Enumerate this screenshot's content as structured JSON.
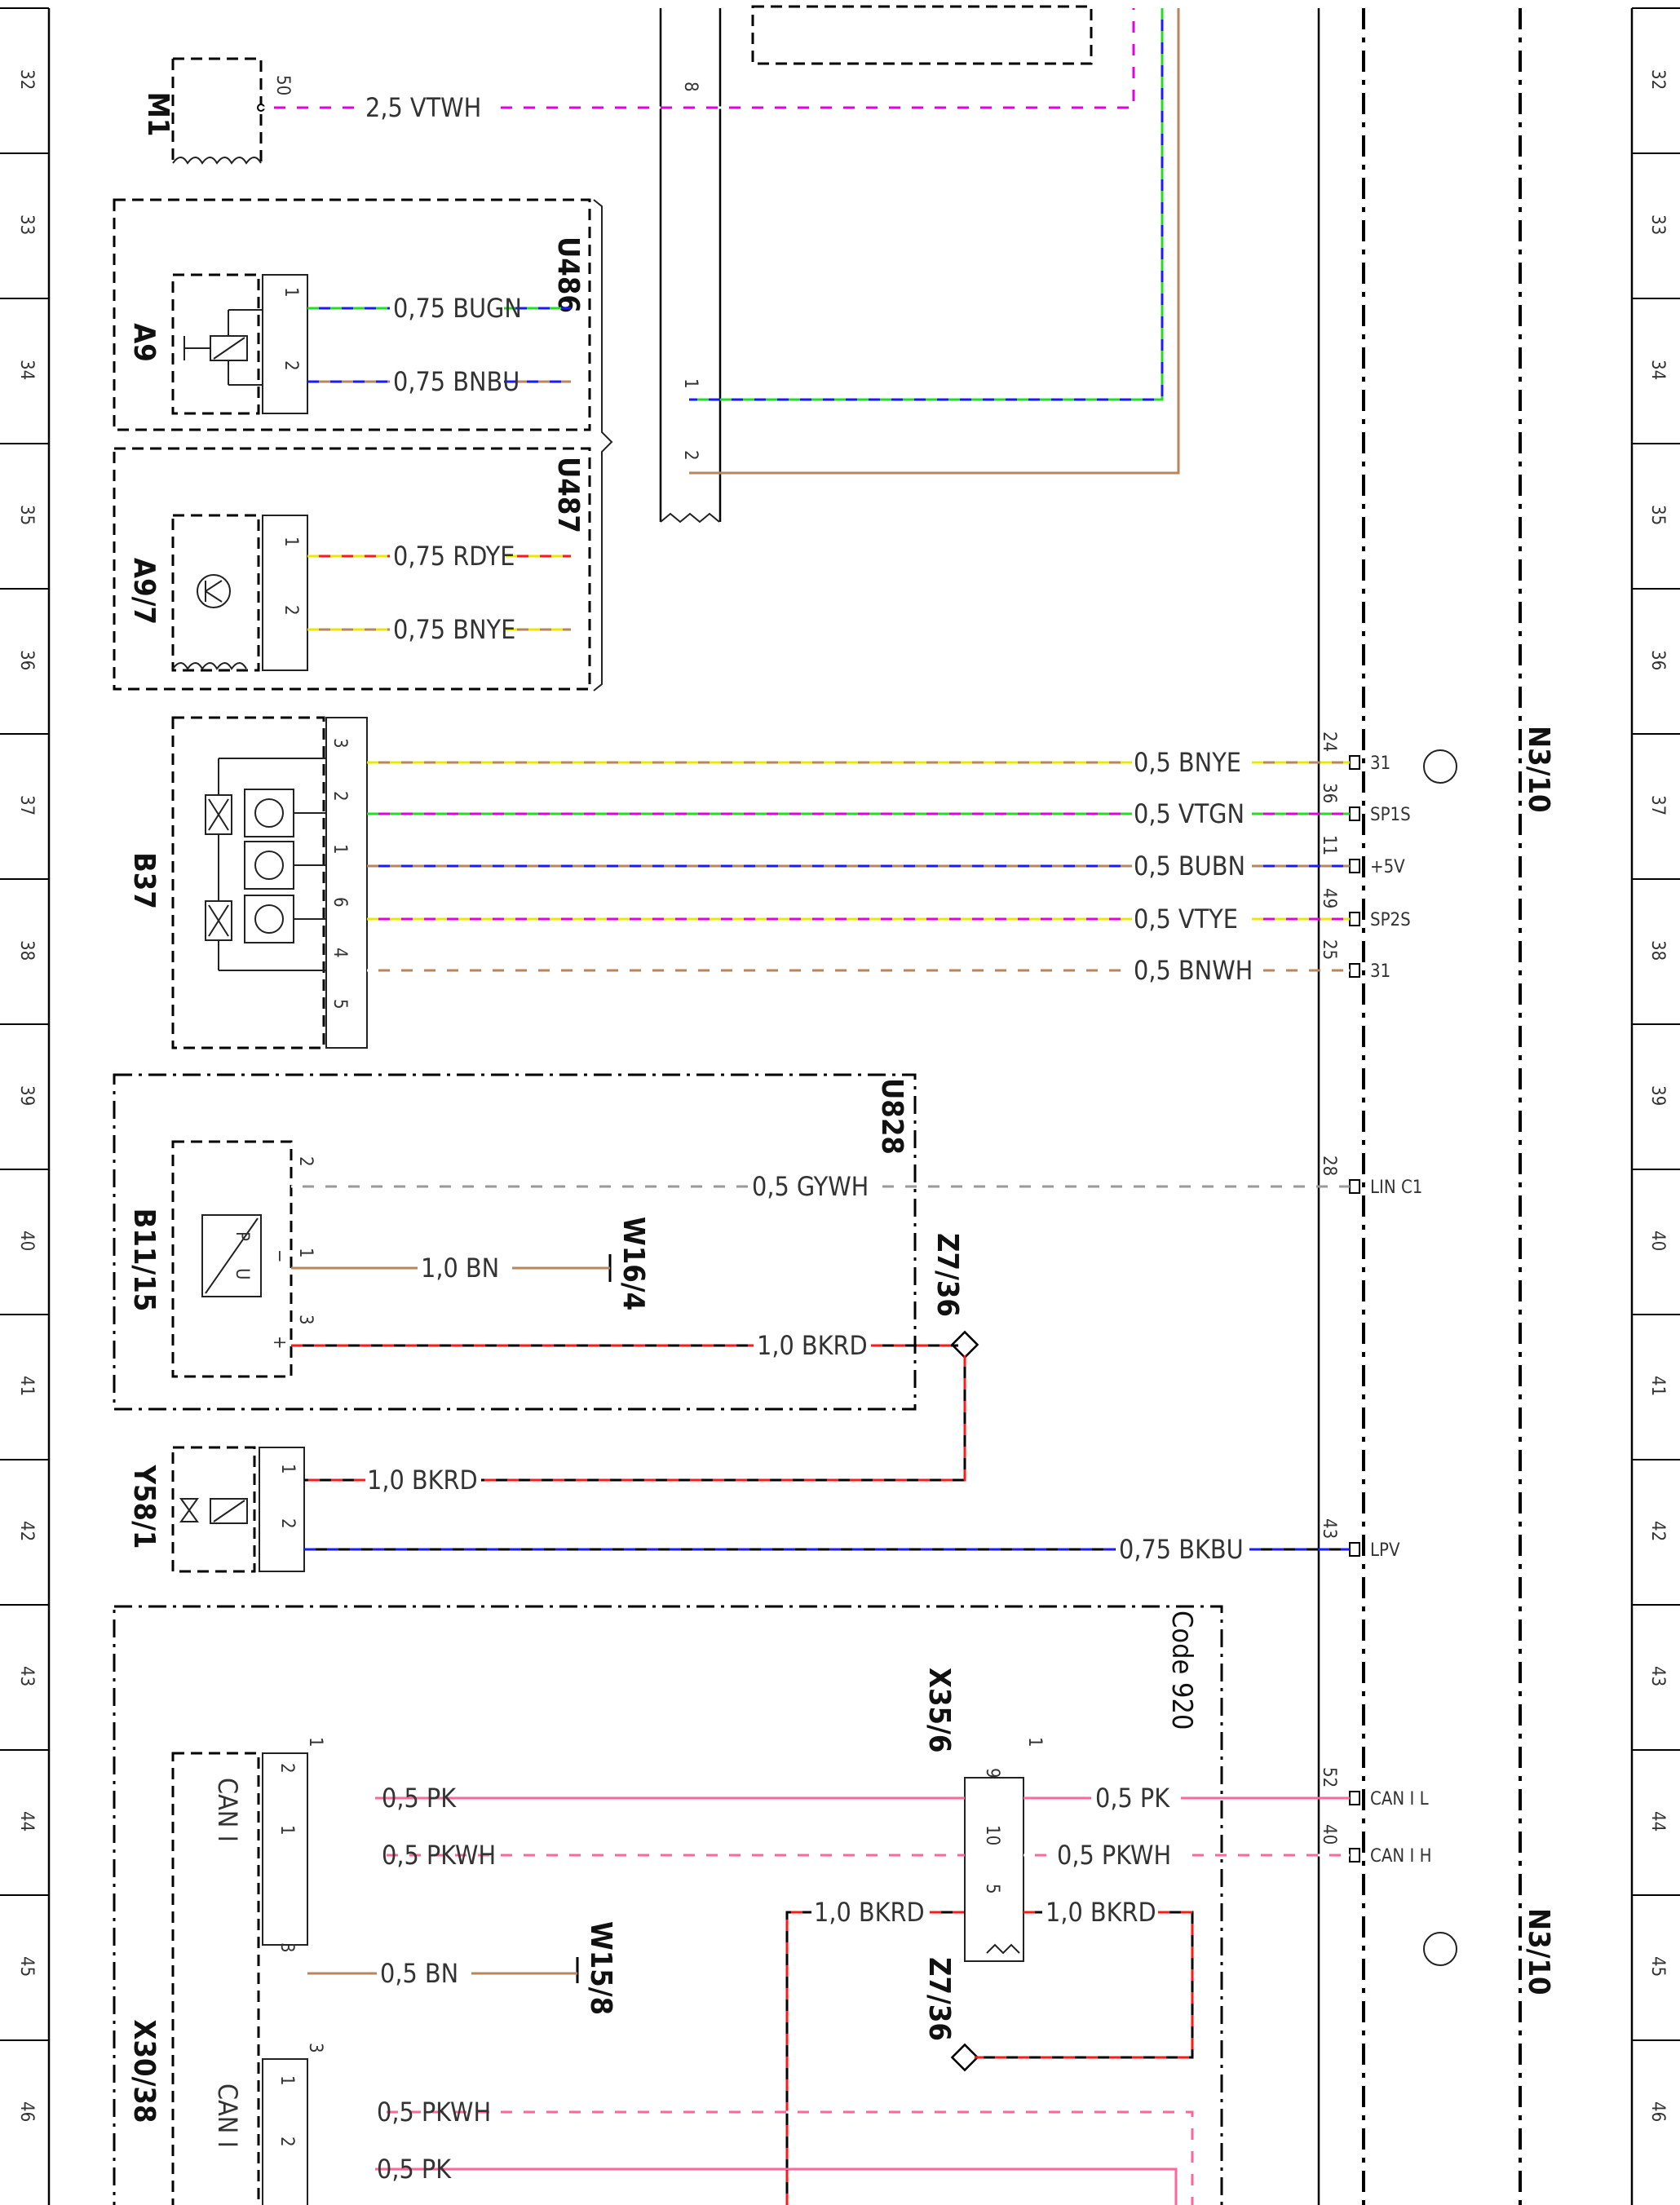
{
  "row_numbers": [
    "32",
    "33",
    "34",
    "35",
    "36",
    "37",
    "38",
    "39",
    "40",
    "41",
    "42",
    "43",
    "44",
    "45",
    "46"
  ],
  "components": {
    "m1": "M1",
    "a9": "A9",
    "a9_7": "A9/7",
    "b37": "B37",
    "b11_15": "B11/15",
    "y58_1": "Y58/1",
    "x30_38": "X30/38",
    "x35_6": "X35/6",
    "z7_36": "Z7/36",
    "w16_4": "W16/4",
    "w15_8": "W15/8",
    "u486": "U486",
    "u487": "U487",
    "u828": "U828",
    "code_920": "Code 920",
    "n3_10": "N3/10",
    "can_i": "CAN I"
  },
  "pins": {
    "m1": "50",
    "a9": [
      "1",
      "2"
    ],
    "a9_7": [
      "1",
      "2"
    ],
    "b37": [
      "3",
      "2",
      "1",
      "6",
      "4",
      "5"
    ],
    "b11_15": [
      "2",
      "1",
      "3"
    ],
    "y58_1": [
      "1",
      "2"
    ],
    "x30_38_top": [
      "1",
      "2",
      "1",
      "3"
    ],
    "x30_38_bottom": [
      "3",
      "1",
      "2"
    ],
    "x35_6": [
      "1",
      "9",
      "10",
      "5"
    ],
    "connector_mid": [
      "8",
      "1",
      "2"
    ],
    "n3_10": [
      "24",
      "36",
      "11",
      "49",
      "25",
      "28",
      "43",
      "52",
      "40"
    ]
  },
  "signals": {
    "n3_10": [
      "31",
      "SP1S",
      "+5V",
      "SP2S",
      "31",
      "LIN C1",
      "LPV",
      "CAN I L",
      "CAN I H"
    ]
  },
  "sign_minus": "−",
  "sign_plus": "+",
  "pressure_sensor": {
    "p": "P",
    "u": "U"
  },
  "wires": {
    "m1": "2,5 VTWH",
    "a9_1": "0,75 BUGN",
    "a9_2": "0,75 BNBU",
    "a9_7_1": "0,75 RDYE",
    "a9_7_2": "0,75 BNYE",
    "b37_3": "0,5 BNYE",
    "b37_2": "0,5 VTGN",
    "b37_1": "0,5 BUBN",
    "b37_6": "0,5 VTYE",
    "b37_4": "0,5 BNWH",
    "b11_2": "0,5 GYWH",
    "b11_1": "1,0 BN",
    "b11_3": "1,0 BKRD",
    "y58_1": "1,0 BKRD",
    "y58_2": "0,75 BKBU",
    "can_pk_left": "0,5 PK",
    "can_pkwh_left": "0,5 PKWH",
    "can_pk_right": "0,5 PK",
    "can_pkwh_right": "0,5 PKWH",
    "x30_3": "0,5 BN",
    "bkrd_left": "1,0 BKRD",
    "bkrd_right": "1,0 BKRD",
    "can2_pkwh": "0,5 PKWH",
    "can2_pk": "0,5 PK"
  },
  "colors": {
    "VT": "#e000e0",
    "GN": "#22dd22",
    "BU": "#1a1aff",
    "BN": "#b8865a",
    "YE": "#e8e800",
    "RD": "#ff1a1a",
    "BK": "#000000",
    "PK": "#ff6699",
    "GY": "#9a9a9a",
    "WH": "#ffffff"
  }
}
